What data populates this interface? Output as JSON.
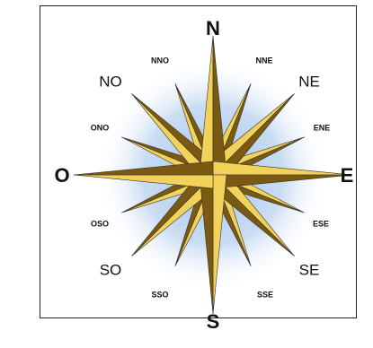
{
  "compass": {
    "cardinals": {
      "north": "N",
      "east": "E",
      "south": "S",
      "west": "O"
    },
    "intercardinals": {
      "northeast": "NE",
      "southeast": "SE",
      "southwest": "SO",
      "northwest": "NO"
    },
    "secondary": {
      "nne": "NNE",
      "ene": "ENE",
      "ese": "ESE",
      "sse": "SSE",
      "sso": "SSO",
      "oso": "OSO",
      "ono": "ONO",
      "nno": "NNO"
    },
    "colors": {
      "gold_light": "#f3d25a",
      "gold_dark": "#7a5a10",
      "glow": "#9fc0ea",
      "outline": "#333333"
    }
  }
}
